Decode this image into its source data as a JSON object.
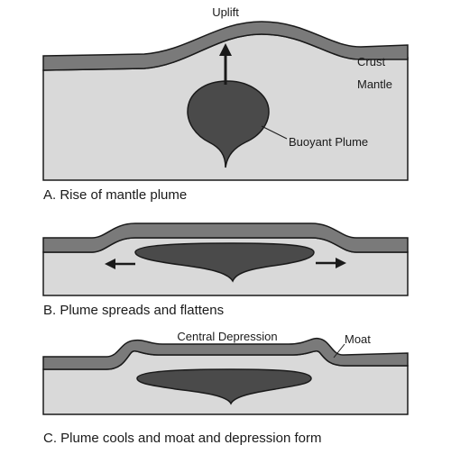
{
  "panels": {
    "a": {
      "caption": "A. Rise of mantle plume",
      "labels": {
        "uplift": "Uplift",
        "crust": "Crust",
        "mantle": "Mantle",
        "plume": "Buoyant Plume"
      }
    },
    "b": {
      "caption": "B. Plume spreads and flattens"
    },
    "c": {
      "caption": "C. Plume cools and moat and depression form",
      "labels": {
        "central_depression": "Central Depression",
        "moat": "Moat"
      }
    }
  },
  "colors": {
    "mantle_fill": "#d9d9d9",
    "crust_fill": "#7a7a7a",
    "plume_fill": "#4a4a4a",
    "outline": "#1a1a1a"
  }
}
